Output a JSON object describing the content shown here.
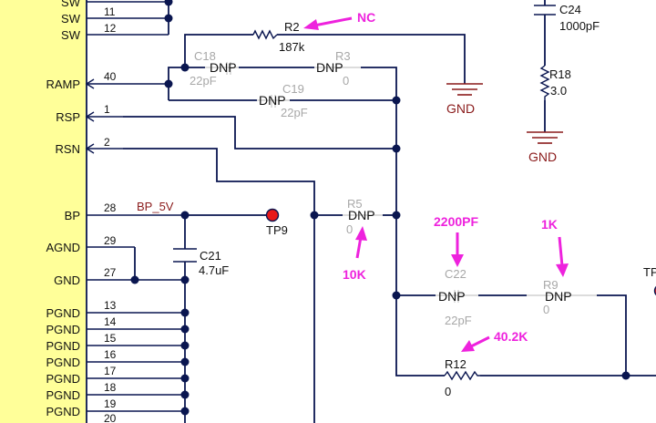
{
  "ic_pins": [
    {
      "name": "SW",
      "num": "11"
    },
    {
      "name": "SW",
      "num": "12"
    },
    {
      "name": "RAMP",
      "num": "40"
    },
    {
      "name": "RSP",
      "num": "1"
    },
    {
      "name": "RSN",
      "num": "2"
    },
    {
      "name": "BP",
      "num": "28"
    },
    {
      "name": "AGND",
      "num": "29"
    },
    {
      "name": "GND",
      "num": "27"
    },
    {
      "name": "PGND",
      "num": "13"
    },
    {
      "name": "PGND",
      "num": "14"
    },
    {
      "name": "PGND",
      "num": "15"
    },
    {
      "name": "PGND",
      "num": "16"
    },
    {
      "name": "PGND",
      "num": "17"
    },
    {
      "name": "PGND",
      "num": "18"
    },
    {
      "name": "PGND",
      "num": "19"
    },
    {
      "name": "PGND",
      "num": "20"
    }
  ],
  "components": {
    "r2": {
      "ref": "R2",
      "value": "187k"
    },
    "c18": {
      "ref": "C18",
      "mark": "DNP",
      "value": "22pF"
    },
    "r3": {
      "ref": "R3",
      "mark": "DNP",
      "value": "0"
    },
    "c19": {
      "ref": "C19",
      "mark": "DNP",
      "value": "22pF"
    },
    "r5": {
      "ref": "R5",
      "mark": "DNP",
      "value": "0"
    },
    "c21": {
      "ref": "C21",
      "value": "4.7uF"
    },
    "c22": {
      "ref": "C22",
      "mark": "DNP",
      "value": "22pF"
    },
    "r9": {
      "ref": "R9",
      "mark": "DNP",
      "value": "0"
    },
    "r12": {
      "ref": "R12",
      "value": "0"
    },
    "c24": {
      "ref": "C24",
      "value": "1000pF"
    },
    "r18": {
      "ref": "R18",
      "value": "3.0"
    }
  },
  "net_label": "BP_5V",
  "testpoints": {
    "tp9": "TP9",
    "tp_partial": "TP"
  },
  "ground_labels": [
    "GND",
    "GND"
  ],
  "annotations": {
    "nc": "NC",
    "r5_note": "10K",
    "c22_note": "2200PF",
    "r9_note": "1K",
    "r12_note": "40.2K"
  },
  "colors": {
    "ic_body": "#ffff99",
    "wire": "#0a1650",
    "annotation": "#ee22dd",
    "ground": "#8a1a1a",
    "testpoint": "#e8191a"
  }
}
